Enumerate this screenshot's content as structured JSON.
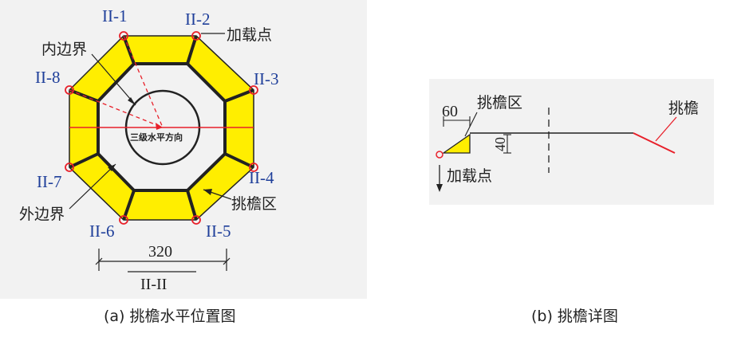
{
  "panel_a": {
    "points": [
      {
        "id": "p1",
        "label": "II-1"
      },
      {
        "id": "p2",
        "label": "II-2"
      },
      {
        "id": "p3",
        "label": "II-3"
      },
      {
        "id": "p4",
        "label": "II-4"
      },
      {
        "id": "p5",
        "label": "II-5"
      },
      {
        "id": "p6",
        "label": "II-6"
      },
      {
        "id": "p7",
        "label": "II-7"
      },
      {
        "id": "p8",
        "label": "II-8"
      }
    ],
    "label_loading_point": "加载点",
    "label_inner_boundary": "内边界",
    "label_outer_boundary": "外边界",
    "label_overhang_zone": "挑檐区",
    "label_direction": "三级水平方向",
    "dimension": "320",
    "section_label": "II-II",
    "caption": "(a) 挑檐水平位置图",
    "colors": {
      "fill": "#ffee00",
      "red": "#e8202a",
      "blue": "#1f3f9a"
    }
  },
  "panel_b": {
    "dim_width": "60",
    "dim_height": "40",
    "label_overhang_zone": "挑檐区",
    "label_overhang": "挑檐",
    "label_loading_point": "加载点",
    "caption": "(b) 挑檐详图"
  }
}
